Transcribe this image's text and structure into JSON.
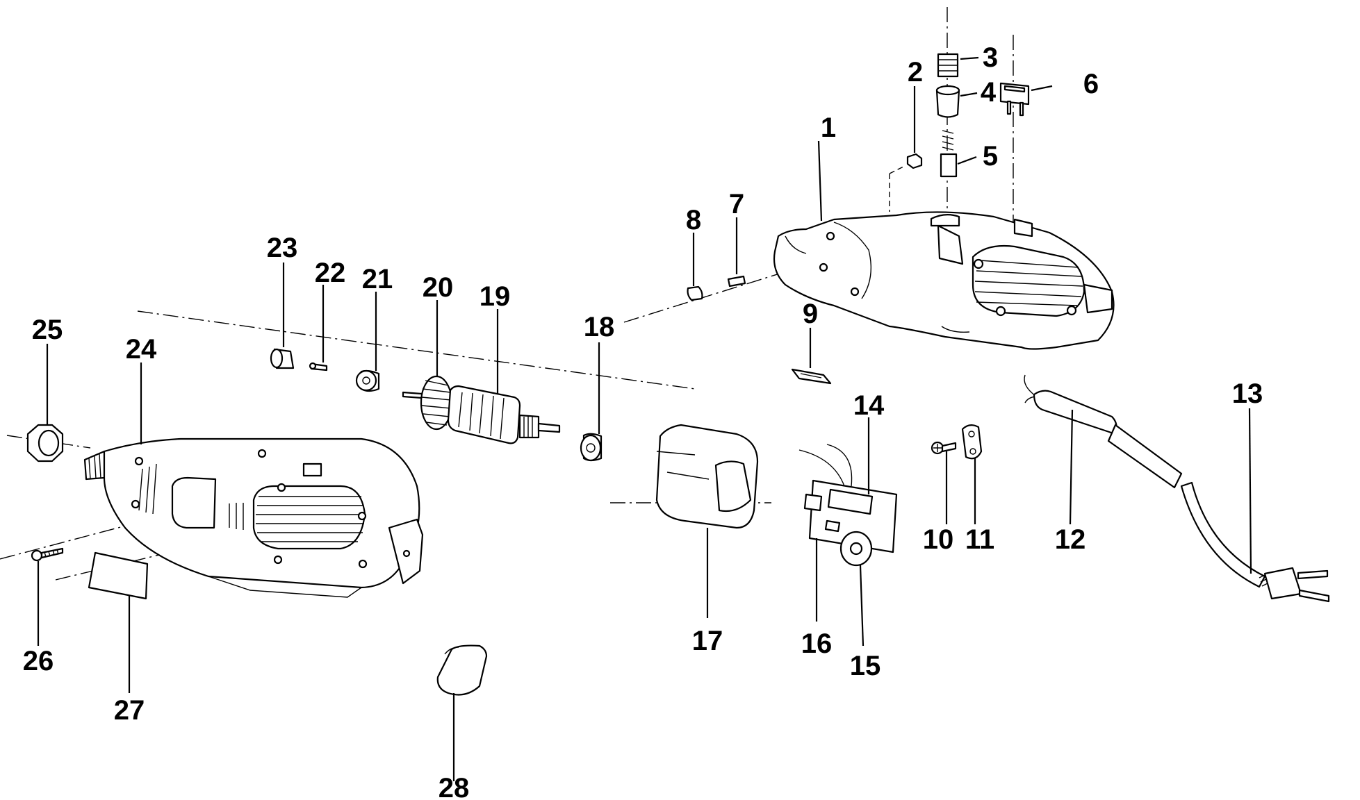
{
  "diagram": {
    "type": "exploded-parts-view",
    "labels": [
      "1",
      "2",
      "3",
      "4",
      "5",
      "6",
      "7",
      "8",
      "9",
      "10",
      "11",
      "12",
      "13",
      "14",
      "15",
      "16",
      "17",
      "18",
      "19",
      "20",
      "21",
      "22",
      "23",
      "24",
      "25",
      "26",
      "27",
      "28"
    ]
  }
}
